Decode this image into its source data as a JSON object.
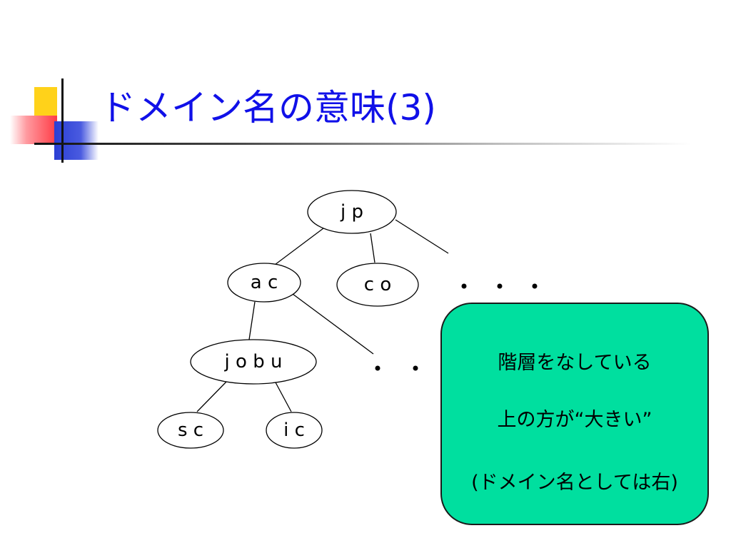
{
  "slide": {
    "title": "ドメイン名の意味(3)"
  },
  "tree": {
    "nodes": [
      {
        "id": "jp",
        "label": "j p"
      },
      {
        "id": "ac",
        "label": "a c"
      },
      {
        "id": "co",
        "label": "c o"
      },
      {
        "id": "jobu",
        "label": "j o b u"
      },
      {
        "id": "sc",
        "label": "s c"
      },
      {
        "id": "ic",
        "label": "i c"
      }
    ],
    "edges": [
      [
        "jp",
        "ac"
      ],
      [
        "jp",
        "co"
      ],
      [
        "ac",
        "jobu"
      ],
      [
        "jobu",
        "sc"
      ],
      [
        "jobu",
        "ic"
      ]
    ],
    "ellipsis": "・・・"
  },
  "callout": {
    "line1": "階層をなしている",
    "line2": "上の方が“大きい”",
    "line3": "(ドメイン名としては右)",
    "color": "#00df9f"
  },
  "colors": {
    "title": "#1010e8",
    "deco_yellow": "#ffd21a",
    "deco_red": "#ff3b45",
    "deco_blue": "#2b3fd4"
  }
}
